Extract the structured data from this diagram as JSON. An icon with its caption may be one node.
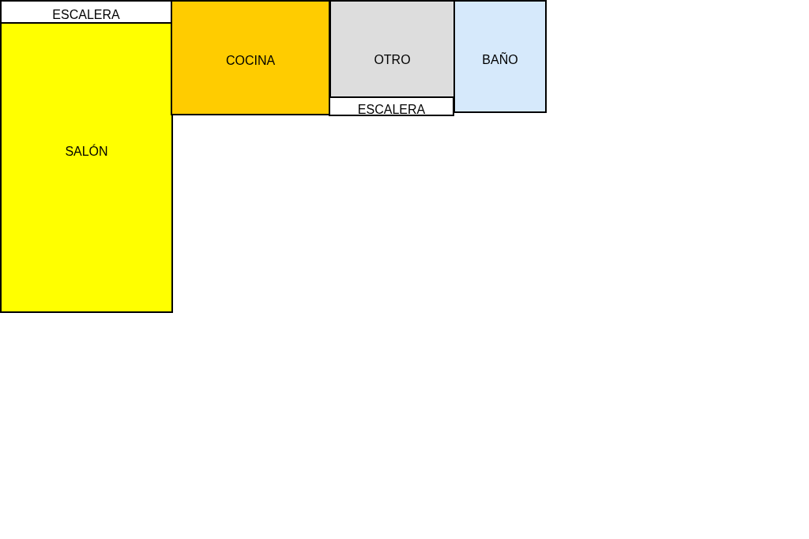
{
  "diagram": {
    "nodes": [
      {
        "text": [
          "ESCALERA"
        ]
      },
      {
        "text": [
          "SALÓN"
        ]
      },
      {
        "text": [
          "COCINA"
        ]
      },
      {
        "text": [
          "OTRO"
        ]
      },
      {
        "text": [
          "ESCALERA"
        ]
      },
      {
        "text": [
          "BAÑO"
        ]
      }
    ]
  }
}
